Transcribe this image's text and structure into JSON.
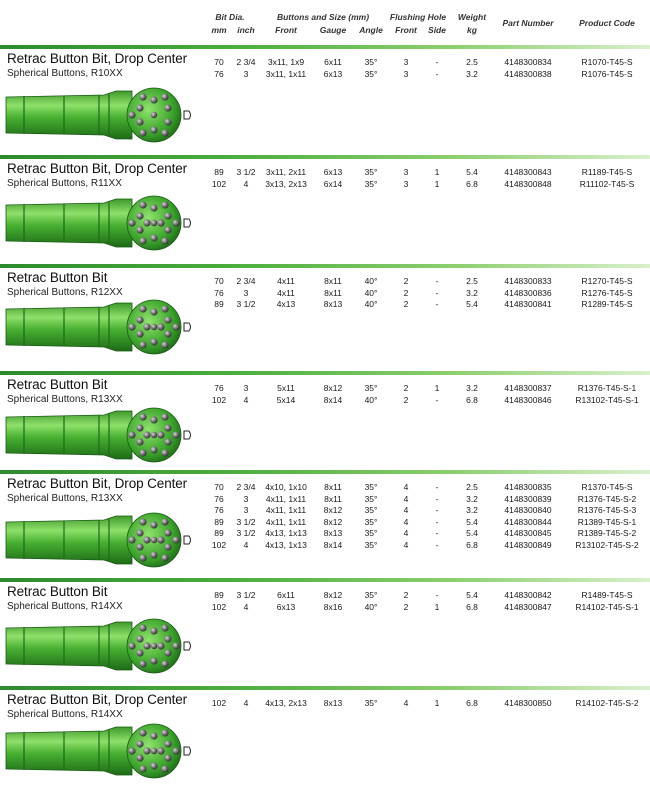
{
  "headers": {
    "bit_dia": "Bit Dia.",
    "buttons_size": "Buttons and Size (mm)",
    "flushing_hole": "Flushing Hole",
    "weight": "Weight",
    "part_number": "Part Number",
    "product_code": "Product Code",
    "mm": "mm",
    "inch": "inch",
    "front": "Front",
    "gauge": "Gauge",
    "angle": "Angle",
    "fl_front": "Front",
    "fl_side": "Side",
    "kg": "kg"
  },
  "sections": [
    {
      "title": "Retrac Button Bit, Drop Center",
      "subtitle": "Spherical Buttons, R10XX",
      "rows": [
        {
          "mm": "70",
          "inch": "2 3/4",
          "front": "3x11, 1x9",
          "gauge": "6x11",
          "angle": "35°",
          "fl_front": "3",
          "fl_side": "-",
          "weight": "2.5",
          "part": "4148300834",
          "code": "R1070-T45-S"
        },
        {
          "mm": "76",
          "inch": "3",
          "front": "3x11, 1x11",
          "gauge": "6x13",
          "angle": "35°",
          "fl_front": "3",
          "fl_side": "-",
          "weight": "3.2",
          "part": "4148300838",
          "code": "R1076-T45-S"
        }
      ]
    },
    {
      "title": "Retrac Button Bit, Drop Center",
      "subtitle": "Spherical Buttons, R11XX",
      "rows": [
        {
          "mm": "89",
          "inch": "3 1/2",
          "front": "3x11, 2x11",
          "gauge": "6x13",
          "angle": "35°",
          "fl_front": "3",
          "fl_side": "1",
          "weight": "5.4",
          "part": "4148300843",
          "code": "R1189-T45-S"
        },
        {
          "mm": "102",
          "inch": "4",
          "front": "3x13, 2x13",
          "gauge": "6x14",
          "angle": "35°",
          "fl_front": "3",
          "fl_side": "1",
          "weight": "6.8",
          "part": "4148300848",
          "code": "R11102-T45-S"
        }
      ]
    },
    {
      "title": "Retrac Button Bit",
      "subtitle": "Spherical Buttons, R12XX",
      "rows": [
        {
          "mm": "70",
          "inch": "2 3/4",
          "front": "4x11",
          "gauge": "8x11",
          "angle": "40°",
          "fl_front": "2",
          "fl_side": "-",
          "weight": "2.5",
          "part": "4148300833",
          "code": "R1270-T45-S"
        },
        {
          "mm": "76",
          "inch": "3",
          "front": "4x11",
          "gauge": "8x11",
          "angle": "40°",
          "fl_front": "2",
          "fl_side": "-",
          "weight": "3.2",
          "part": "4148300836",
          "code": "R1276-T45-S"
        },
        {
          "mm": "89",
          "inch": "3 1/2",
          "front": "4x13",
          "gauge": "8x13",
          "angle": "40°",
          "fl_front": "2",
          "fl_side": "-",
          "weight": "5.4",
          "part": "4148300841",
          "code": "R1289-T45-S"
        }
      ]
    },
    {
      "title": "Retrac Button Bit",
      "subtitle": "Spherical Buttons, R13XX",
      "rows": [
        {
          "mm": "76",
          "inch": "3",
          "front": "5x11",
          "gauge": "8x12",
          "angle": "35°",
          "fl_front": "2",
          "fl_side": "1",
          "weight": "3.2",
          "part": "4148300837",
          "code": "R1376-T45-S-1"
        },
        {
          "mm": "102",
          "inch": "4",
          "front": "5x14",
          "gauge": "8x14",
          "angle": "40°",
          "fl_front": "2",
          "fl_side": "-",
          "weight": "6.8",
          "part": "4148300846",
          "code": "R13102-T45-S-1"
        }
      ]
    },
    {
      "title": "Retrac Button Bit, Drop Center",
      "subtitle": "Spherical Buttons, R13XX",
      "rows": [
        {
          "mm": "70",
          "inch": "2 3/4",
          "front": "4x10, 1x10",
          "gauge": "8x11",
          "angle": "35°",
          "fl_front": "4",
          "fl_side": "-",
          "weight": "2.5",
          "part": "4148300835",
          "code": "R1370-T45-S"
        },
        {
          "mm": "76",
          "inch": "3",
          "front": "4x11, 1x11",
          "gauge": "8x11",
          "angle": "35°",
          "fl_front": "4",
          "fl_side": "-",
          "weight": "3.2",
          "part": "4148300839",
          "code": "R1376-T45-S-2"
        },
        {
          "mm": "76",
          "inch": "3",
          "front": "4x11, 1x11",
          "gauge": "8x12",
          "angle": "35°",
          "fl_front": "4",
          "fl_side": "-",
          "weight": "3.2",
          "part": "4148300840",
          "code": "R1376-T45-S-3"
        },
        {
          "mm": "89",
          "inch": "3 1/2",
          "front": "4x11, 1x11",
          "gauge": "8x12",
          "angle": "35°",
          "fl_front": "4",
          "fl_side": "-",
          "weight": "5.4",
          "part": "4148300844",
          "code": "R1389-T45-S-1"
        },
        {
          "mm": "89",
          "inch": "3 1/2",
          "front": "4x13, 1x13",
          "gauge": "8x13",
          "angle": "35°",
          "fl_front": "4",
          "fl_side": "-",
          "weight": "5.4",
          "part": "4148300845",
          "code": "R1389-T45-S-2"
        },
        {
          "mm": "102",
          "inch": "4",
          "front": "4x13, 1x13",
          "gauge": "8x14",
          "angle": "35°",
          "fl_front": "4",
          "fl_side": "-",
          "weight": "6.8",
          "part": "4148300849",
          "code": "R13102-T45-S-2"
        }
      ]
    },
    {
      "title": "Retrac Button Bit",
      "subtitle": "Spherical Buttons, R14XX",
      "rows": [
        {
          "mm": "89",
          "inch": "3 1/2",
          "front": "6x11",
          "gauge": "8x12",
          "angle": "35°",
          "fl_front": "2",
          "fl_side": "-",
          "weight": "5.4",
          "part": "4148300842",
          "code": "R1489-T45-S"
        },
        {
          "mm": "102",
          "inch": "4",
          "front": "6x13",
          "gauge": "8x16",
          "angle": "40°",
          "fl_front": "2",
          "fl_side": "1",
          "weight": "6.8",
          "part": "4148300847",
          "code": "R14102-T45-S-1"
        }
      ]
    },
    {
      "title": "Retrac Button Bit, Drop Center",
      "subtitle": "Spherical Buttons, R14XX",
      "rows": [
        {
          "mm": "102",
          "inch": "4",
          "front": "4x13, 2x13",
          "gauge": "8x13",
          "angle": "35°",
          "fl_front": "4",
          "fl_side": "1",
          "weight": "6.8",
          "part": "4148300850",
          "code": "R14102-T45-S-2"
        }
      ]
    }
  ]
}
